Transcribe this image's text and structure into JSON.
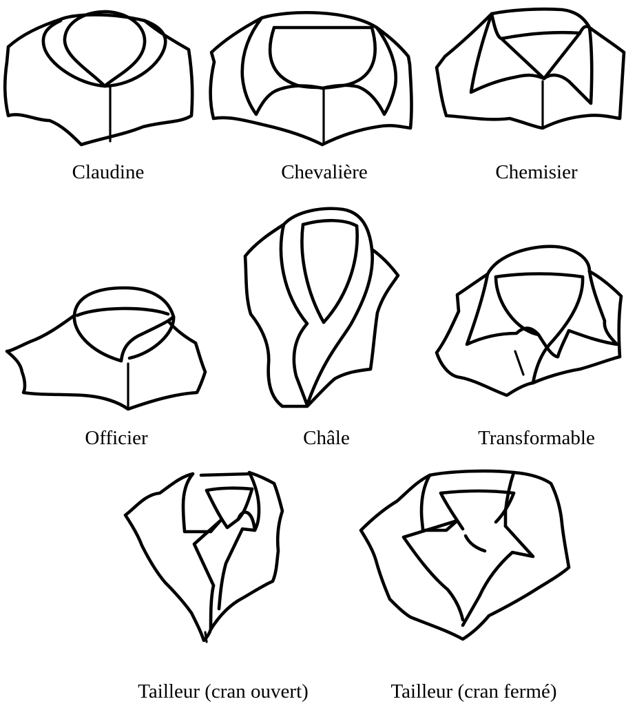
{
  "collars": [
    {
      "id": "claudine",
      "label": "Claudine"
    },
    {
      "id": "chevaliere",
      "label": "Chevalière"
    },
    {
      "id": "chemisier",
      "label": "Chemisier"
    },
    {
      "id": "officier",
      "label": "Officier"
    },
    {
      "id": "chale",
      "label": "Châle"
    },
    {
      "id": "transformable",
      "label": "Transformable"
    },
    {
      "id": "tailleur-ouvert",
      "label": "Tailleur (cran ouvert)"
    },
    {
      "id": "tailleur-ferme",
      "label": "Tailleur (cran fermé)"
    }
  ],
  "colors": {
    "ink": "#000000",
    "paper": "#ffffff"
  }
}
